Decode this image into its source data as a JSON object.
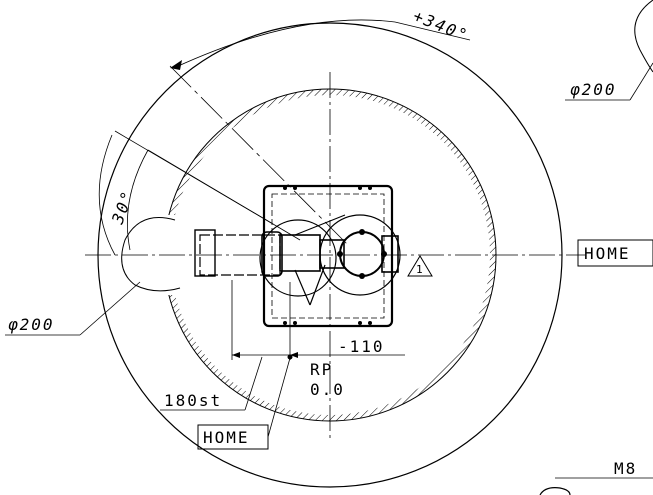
{
  "labels": {
    "rotation_angle": "+340°",
    "dia_top_right": "φ200",
    "dia_left": "φ200",
    "angle_left": "30°",
    "home_right": "HOME",
    "home_bottom": "HOME",
    "offset_value": "-110",
    "rp_label": "RP",
    "rp_value": "0.0",
    "stroke_label": "180st",
    "bolt_label": "M8",
    "note_marker": "1"
  }
}
